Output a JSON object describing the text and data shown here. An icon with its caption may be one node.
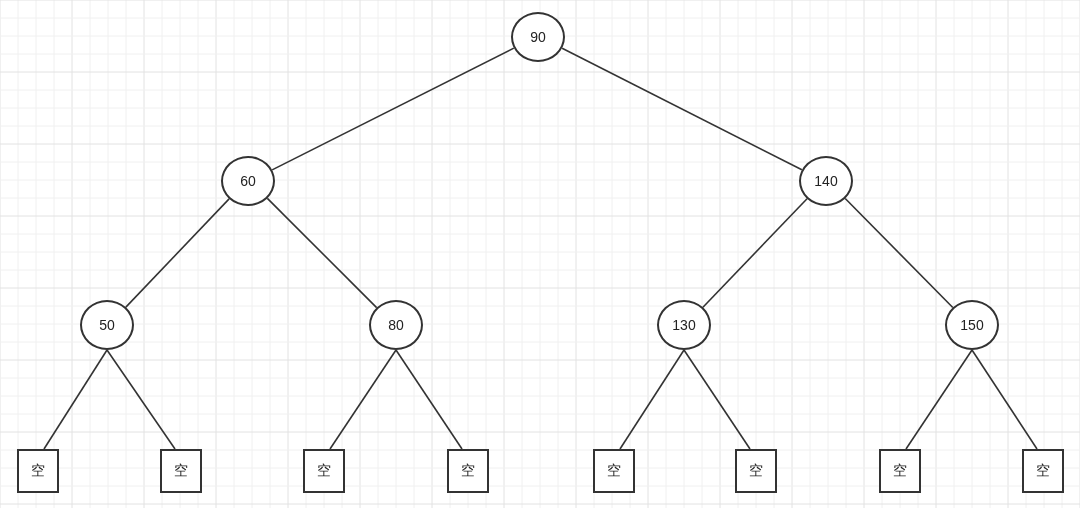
{
  "diagram": {
    "nodes": [
      {
        "text": [
          "90"
        ]
      },
      {
        "text": [
          "60"
        ]
      },
      {
        "text": [
          "140"
        ]
      },
      {
        "text": [
          "50"
        ]
      },
      {
        "text": [
          "80"
        ]
      },
      {
        "text": [
          "130"
        ]
      },
      {
        "text": [
          "150"
        ]
      },
      {
        "text": [
          "空"
        ]
      },
      {
        "text": [
          "空"
        ]
      },
      {
        "text": [
          "空"
        ]
      },
      {
        "text": [
          "空"
        ]
      },
      {
        "text": [
          "空"
        ]
      },
      {
        "text": [
          "空"
        ]
      },
      {
        "text": [
          "空"
        ]
      },
      {
        "text": [
          "空"
        ]
      }
    ],
    "edges": [
      {
        "from": 0,
        "to": 1,
        "arrow": "none"
      },
      {
        "from": 0,
        "to": 2,
        "arrow": "none"
      },
      {
        "from": 1,
        "to": 3,
        "arrow": "none"
      },
      {
        "from": 1,
        "to": 4,
        "arrow": "none"
      },
      {
        "from": 2,
        "to": 5,
        "arrow": "none"
      },
      {
        "from": 2,
        "to": 6,
        "arrow": "none"
      },
      {
        "from": 3,
        "to": 7,
        "arrow": "none"
      },
      {
        "from": 3,
        "to": 8,
        "arrow": "none"
      },
      {
        "from": 4,
        "to": 9,
        "arrow": "none"
      },
      {
        "from": 4,
        "to": 10,
        "arrow": "none"
      },
      {
        "from": 5,
        "to": 11,
        "arrow": "none"
      },
      {
        "from": 5,
        "to": 12,
        "arrow": "none"
      },
      {
        "from": 6,
        "to": 13,
        "arrow": "none"
      },
      {
        "from": 6,
        "to": 14,
        "arrow": "none"
      }
    ]
  }
}
